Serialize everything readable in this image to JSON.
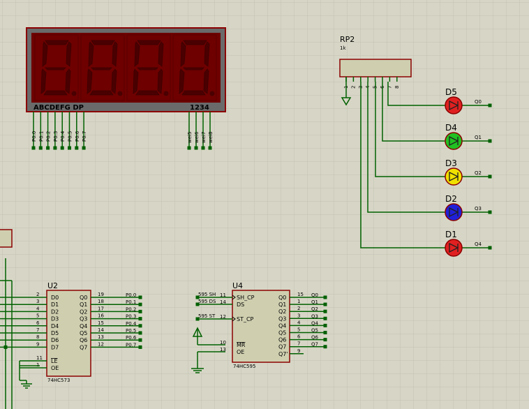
{
  "display": {
    "segment_label": "ABCDEFG DP",
    "digit_label": "1234",
    "seg_pins": [
      "P0.0",
      "P0.1",
      "P0.2",
      "P0.3",
      "P0.4",
      "P0.5",
      "P0.6",
      "P0.7"
    ],
    "com_pins": [
      "wei5",
      "wei6",
      "wei7",
      "wei8"
    ]
  },
  "rp2": {
    "ref": "RP2",
    "value": "1k",
    "pins": [
      "1",
      "2",
      "3",
      "4",
      "5",
      "6",
      "7",
      "8"
    ]
  },
  "leds": [
    {
      "ref": "D5",
      "net": "Q0",
      "color": "#e02020"
    },
    {
      "ref": "D4",
      "net": "Q1",
      "color": "#22c022"
    },
    {
      "ref": "D3",
      "net": "Q2",
      "color": "#f0e000"
    },
    {
      "ref": "D2",
      "net": "Q3",
      "color": "#2020d8"
    },
    {
      "ref": "D1",
      "net": "Q4",
      "color": "#e02020"
    }
  ],
  "u2": {
    "ref": "U2",
    "part": "74HC573",
    "inputs": [
      {
        "name": "D0",
        "num": "2"
      },
      {
        "name": "D1",
        "num": "3"
      },
      {
        "name": "D2",
        "num": "4"
      },
      {
        "name": "D3",
        "num": "5"
      },
      {
        "name": "D4",
        "num": "6"
      },
      {
        "name": "D5",
        "num": "7"
      },
      {
        "name": "D6",
        "num": "8"
      },
      {
        "name": "D7",
        "num": "9"
      }
    ],
    "controls": [
      {
        "name": "LE",
        "num": "11"
      },
      {
        "name": "OE",
        "num": "1"
      }
    ],
    "outputs": [
      {
        "name": "Q0",
        "num": "19",
        "net": "P0.0"
      },
      {
        "name": "Q1",
        "num": "18",
        "net": "P0.1"
      },
      {
        "name": "Q2",
        "num": "17",
        "net": "P0.2"
      },
      {
        "name": "Q3",
        "num": "16",
        "net": "P0.3"
      },
      {
        "name": "Q4",
        "num": "15",
        "net": "P0.4"
      },
      {
        "name": "Q5",
        "num": "14",
        "net": "P0.5"
      },
      {
        "name": "Q6",
        "num": "13",
        "net": "P0.6"
      },
      {
        "name": "Q7",
        "num": "12",
        "net": "P0.7"
      }
    ]
  },
  "u4": {
    "ref": "U4",
    "part": "74HC595",
    "inputs": [
      {
        "name": "SH_CP",
        "num": "11",
        "net": "595_SH"
      },
      {
        "name": "DS",
        "num": "14",
        "net": "595_DS"
      },
      {
        "name": "ST_CP",
        "num": "12",
        "net": "595_ST"
      },
      {
        "name": "MR",
        "num": "10"
      },
      {
        "name": "OE",
        "num": "13"
      }
    ],
    "outputs": [
      {
        "name": "Q0",
        "num": "15",
        "net": "Q0"
      },
      {
        "name": "Q1",
        "num": "1",
        "net": "Q1"
      },
      {
        "name": "Q2",
        "num": "2",
        "net": "Q2"
      },
      {
        "name": "Q3",
        "num": "3",
        "net": "Q3"
      },
      {
        "name": "Q4",
        "num": "4",
        "net": "Q4"
      },
      {
        "name": "Q5",
        "num": "5",
        "net": "Q5"
      },
      {
        "name": "Q6",
        "num": "6",
        "net": "Q6"
      },
      {
        "name": "Q7",
        "num": "7",
        "net": "Q7"
      },
      {
        "name": "Q7'",
        "num": "9"
      }
    ]
  },
  "colors": {
    "background": "#d7d6c6",
    "grid": "#c2c1b0",
    "wire": "#006000",
    "body_outline": "#8b0000",
    "chip_fill": "#cfcfb0",
    "display_frame": "#6e0000",
    "segment_off": "#4a0000"
  }
}
